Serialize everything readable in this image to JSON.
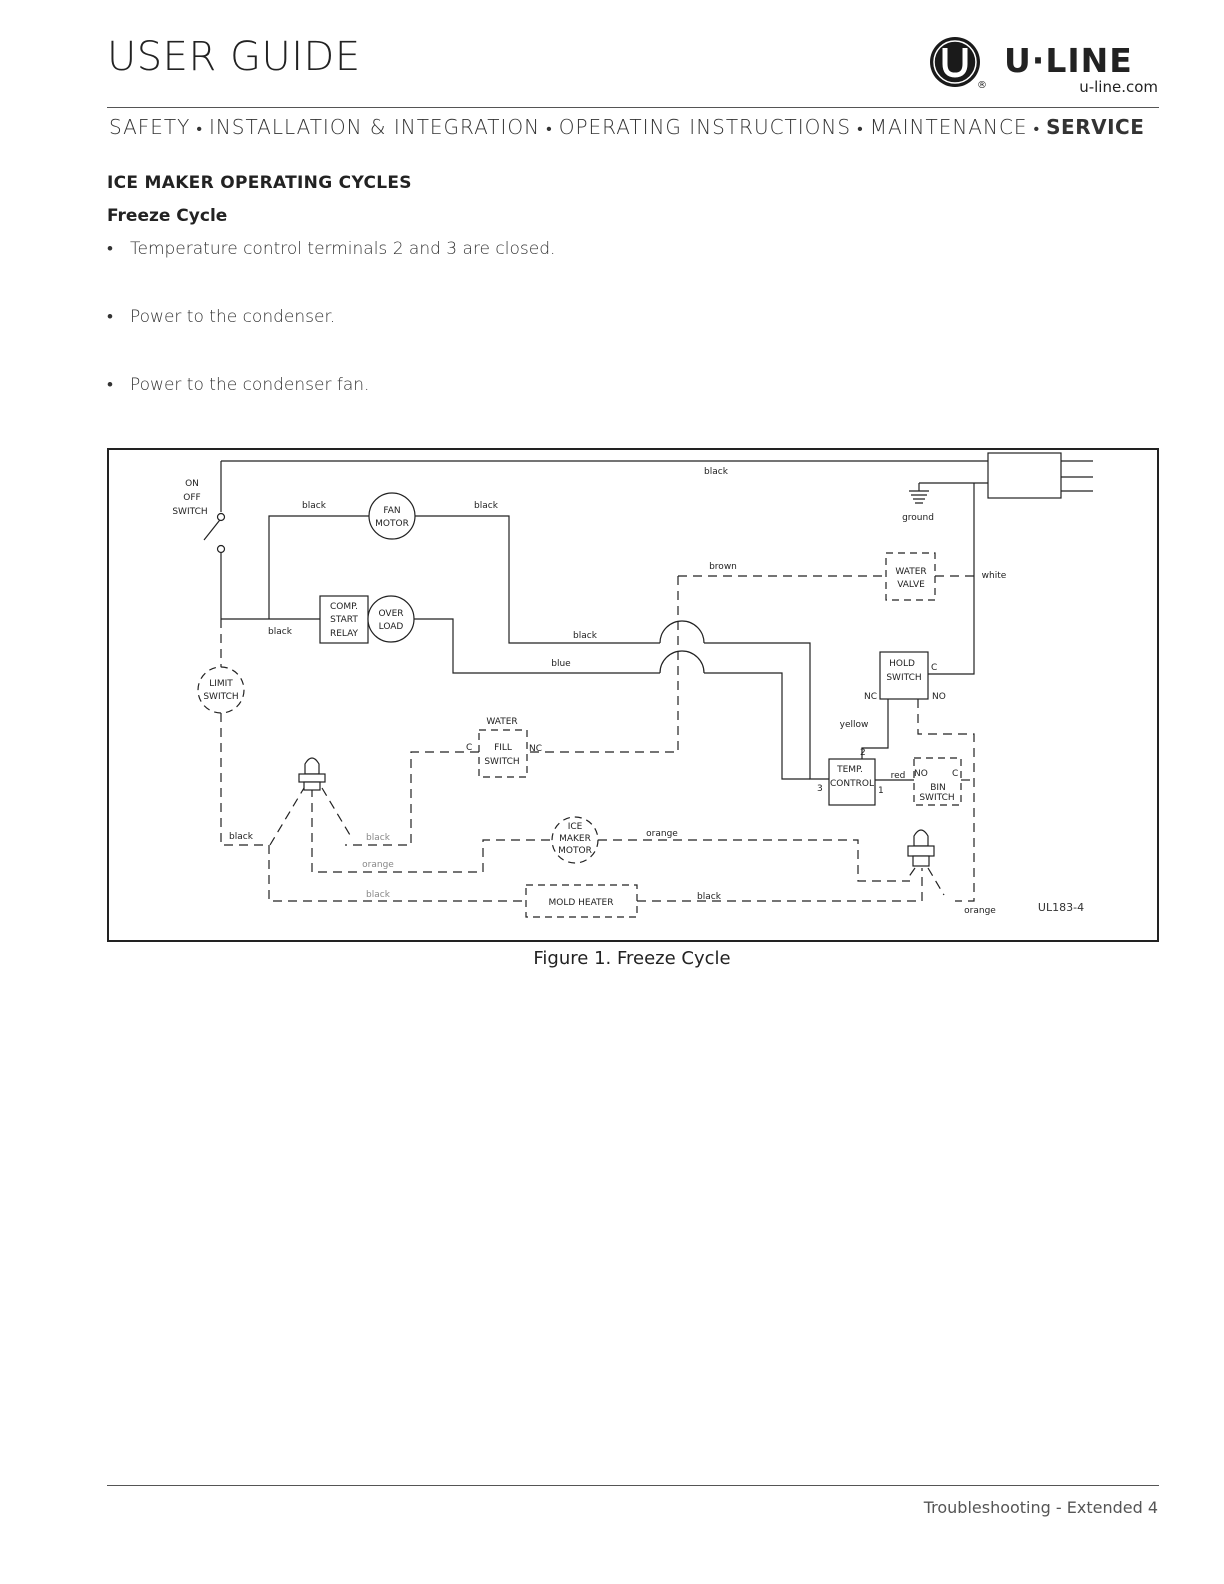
{
  "header": {
    "doc_title": "USER GUIDE",
    "brand_name": "U·LINE",
    "brand_url": "u-line.com",
    "registered_mark": "®"
  },
  "nav": {
    "items": [
      "SAFETY",
      "INSTALLATION & INTEGRATION",
      "OPERATING INSTRUCTIONS",
      "MAINTENANCE"
    ],
    "active": "SERVICE",
    "separator": "•"
  },
  "content": {
    "section_title": "ICE MAKER OPERATING CYCLES",
    "sub_title": "Freeze Cycle",
    "bullets": [
      "Temperature control terminals 2 and 3 are closed.",
      "Power to the condenser.",
      "Power to the condenser fan."
    ],
    "bullet_symbol": "•"
  },
  "diagram": {
    "components": {
      "on_off_switch": [
        "ON",
        "OFF",
        "SWITCH"
      ],
      "fan_motor": [
        "FAN",
        "MOTOR"
      ],
      "comp_start_relay": [
        "COMP.",
        "START",
        "RELAY"
      ],
      "over_load": [
        "OVER",
        "LOAD"
      ],
      "limit_switch": [
        "LIMIT",
        "SWITCH"
      ],
      "water_fill_switch_title": "WATER",
      "water_fill_switch": [
        "FILL",
        "SWITCH"
      ],
      "ice_maker_motor": [
        "ICE",
        "MAKER",
        "MOTOR"
      ],
      "mold_heater": "MOLD HEATER",
      "water_valve": [
        "WATER",
        "VALVE"
      ],
      "hold_switch": [
        "HOLD",
        "SWITCH"
      ],
      "temp_control": [
        "TEMP.",
        "CONTROL"
      ],
      "bin_switch": [
        "BIN",
        "SWITCH"
      ],
      "ground": "ground"
    },
    "terminals": {
      "c": "C",
      "nc": "NC",
      "no": "NO",
      "t1": "1",
      "t2": "2",
      "t3": "3"
    },
    "wires": {
      "black": "black",
      "brown": "brown",
      "blue": "blue",
      "white": "white",
      "yellow": "yellow",
      "red": "red",
      "orange": "orange"
    },
    "figure_code": "UL183-4"
  },
  "caption": "Figure 1. Freeze Cycle",
  "footer": "Troubleshooting - Extended 4"
}
